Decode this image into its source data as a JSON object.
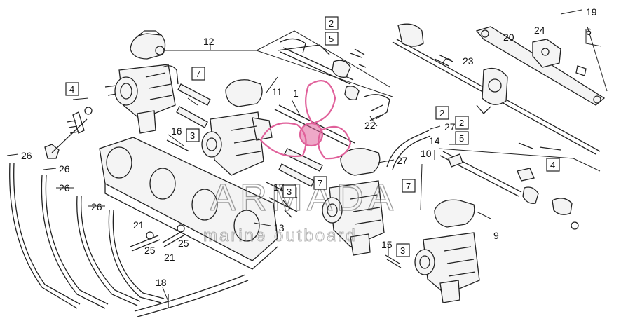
{
  "callouts": [
    {
      "id": "c1",
      "text": "1"
    },
    {
      "id": "c6",
      "text": "6"
    },
    {
      "id": "c9",
      "text": "9"
    },
    {
      "id": "c10",
      "text": "10"
    },
    {
      "id": "c11",
      "text": "11"
    },
    {
      "id": "c12",
      "text": "12"
    },
    {
      "id": "c13",
      "text": "13"
    },
    {
      "id": "c14",
      "text": "14"
    },
    {
      "id": "c15",
      "text": "15"
    },
    {
      "id": "c16",
      "text": "16"
    },
    {
      "id": "c17",
      "text": "17"
    },
    {
      "id": "c18",
      "text": "18"
    },
    {
      "id": "c19",
      "text": "19"
    },
    {
      "id": "c20",
      "text": "20"
    },
    {
      "id": "c21a",
      "text": "21"
    },
    {
      "id": "c21b",
      "text": "21"
    },
    {
      "id": "c22",
      "text": "22"
    },
    {
      "id": "c23",
      "text": "23"
    },
    {
      "id": "c24",
      "text": "24"
    },
    {
      "id": "c25a",
      "text": "25"
    },
    {
      "id": "c25b",
      "text": "25"
    },
    {
      "id": "c26a",
      "text": "26"
    },
    {
      "id": "c26b",
      "text": "26"
    },
    {
      "id": "c26c",
      "text": "26"
    },
    {
      "id": "c26d",
      "text": "26"
    },
    {
      "id": "c27a",
      "text": "27"
    },
    {
      "id": "c27b",
      "text": "27"
    }
  ],
  "boxed_callouts": [
    {
      "id": "b2a",
      "text": "2"
    },
    {
      "id": "b5a",
      "text": "5"
    },
    {
      "id": "b7a",
      "text": "7"
    },
    {
      "id": "b3a",
      "text": "3"
    },
    {
      "id": "b4a",
      "text": "4"
    },
    {
      "id": "b3b",
      "text": "3"
    },
    {
      "id": "b7b",
      "text": "7"
    },
    {
      "id": "b2b",
      "text": "2"
    },
    {
      "id": "b2c",
      "text": "2"
    },
    {
      "id": "b5b",
      "text": "5"
    },
    {
      "id": "b4b",
      "text": "4"
    },
    {
      "id": "b7c",
      "text": "7"
    },
    {
      "id": "b3c",
      "text": "3"
    }
  ],
  "watermark": {
    "brand": "ARMADA",
    "tagline": "marine outboard",
    "logo_color": "#e0609a"
  }
}
